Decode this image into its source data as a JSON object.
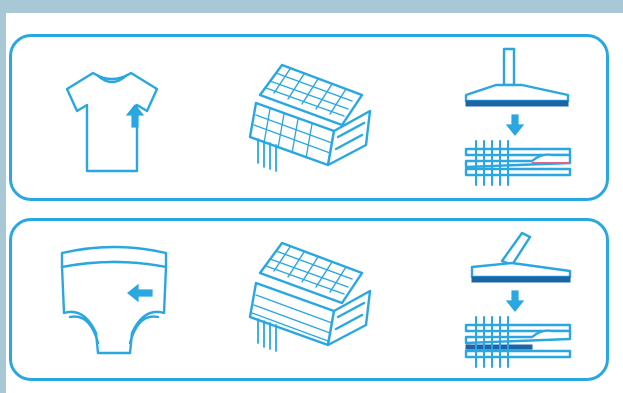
{
  "steps": [
    {
      "garment": "t-shirt",
      "arrow_direction": "up",
      "stages": [
        "garment-with-label-position",
        "label-applied-to-fabric",
        "heat-press-bonding"
      ]
    },
    {
      "garment": "underwear",
      "arrow_direction": "left",
      "stages": [
        "garment-with-label-position",
        "label-applied-to-fabric",
        "heat-press-bonding"
      ]
    }
  ],
  "colors": {
    "line": "#2aa7e0",
    "accent": "#1b64a8",
    "highlight": "#d9668b",
    "outer_background": "#a9c8d6"
  },
  "icons": [
    "tshirt-icon",
    "underwear-icon",
    "fabric-label-icon",
    "heat-press-icon",
    "down-arrow-icon"
  ]
}
